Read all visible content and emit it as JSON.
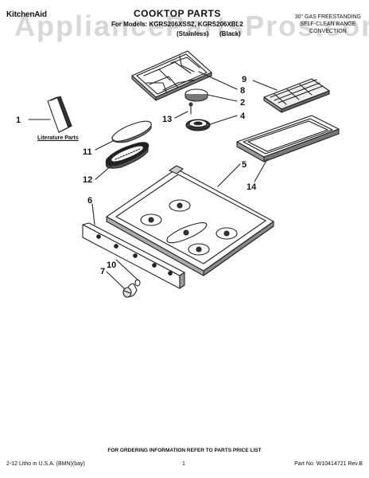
{
  "header": {
    "brand": "KitchenAid",
    "title": "COOKTOP PARTS",
    "models_line": "For Models: KGRS206XSS2, KGRS206XBL2",
    "finish_1": "(Stainless)",
    "finish_2": "(Black)",
    "description_lines": [
      "30\" GAS FREESTANDING",
      "SELF-CLEAN RANGE",
      "CONVECTION"
    ]
  },
  "watermark": "AppliancePartsPros.com",
  "diagram": {
    "literature_label": "Literature Parts",
    "callouts": [
      "1",
      "2",
      "4",
      "5",
      "6",
      "7",
      "8",
      "9",
      "10",
      "11",
      "12",
      "13",
      "14"
    ]
  },
  "footer": {
    "ordering_note": "FOR ORDERING INFORMATION REFER TO PARTS PRICE LIST",
    "left": "2-12 Litho in U.S.A. (BMN)(bay)",
    "page_number": "1",
    "right": "Part No. W10414721 Rev.B"
  }
}
